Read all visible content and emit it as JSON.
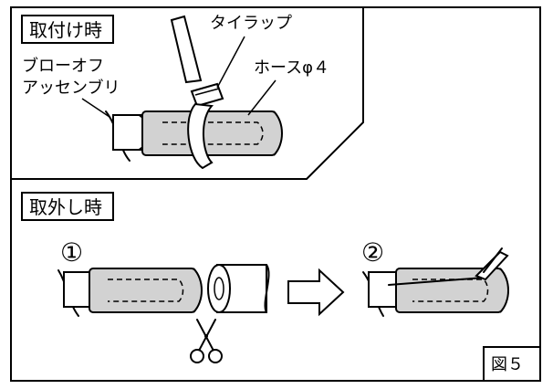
{
  "figure": {
    "label": "図５"
  },
  "top_panel": {
    "title": "取付け時",
    "tie_wrap_label": "タイラップ",
    "hose_label": "ホースφ４",
    "blowoff_label_line1": "ブローオフ",
    "blowoff_label_line2": "アッセンブリ"
  },
  "bottom_panel": {
    "title": "取外し時",
    "step1": "①",
    "step2": "②"
  },
  "icons": {
    "arrow": "right-arrow-icon",
    "scissors": "scissors-icon"
  }
}
